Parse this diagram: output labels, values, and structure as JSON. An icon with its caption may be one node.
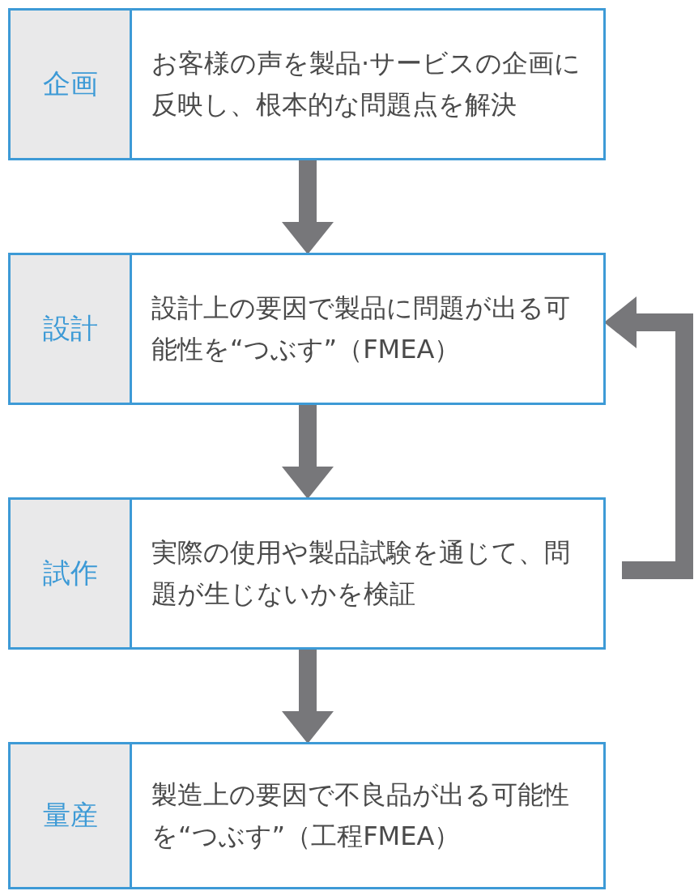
{
  "diagram": {
    "nodes": [
      {
        "text": [
          "企画",
          "お客様の声を製品·サービスの企画に反映し、根本的な問題点を解決"
        ]
      },
      {
        "text": [
          "設計",
          "設計上の要因で製品に問題が出る可能性を“つぶす”（FMEA）"
        ]
      },
      {
        "text": [
          "試作",
          "実際の使用や製品試験を通じて、問題が生じないかを検証"
        ]
      },
      {
        "text": [
          "量産",
          "製造上の要因で不良品が出る可能性を“つぶす”（工程FMEA）"
        ]
      }
    ],
    "edges": [
      {
        "from": 0,
        "to": 1,
        "arrow": "to"
      },
      {
        "from": 1,
        "to": 2,
        "arrow": "to"
      },
      {
        "from": 2,
        "to": 3,
        "arrow": "to"
      },
      {
        "from": 2,
        "to": 1,
        "arrow": "to"
      }
    ]
  }
}
